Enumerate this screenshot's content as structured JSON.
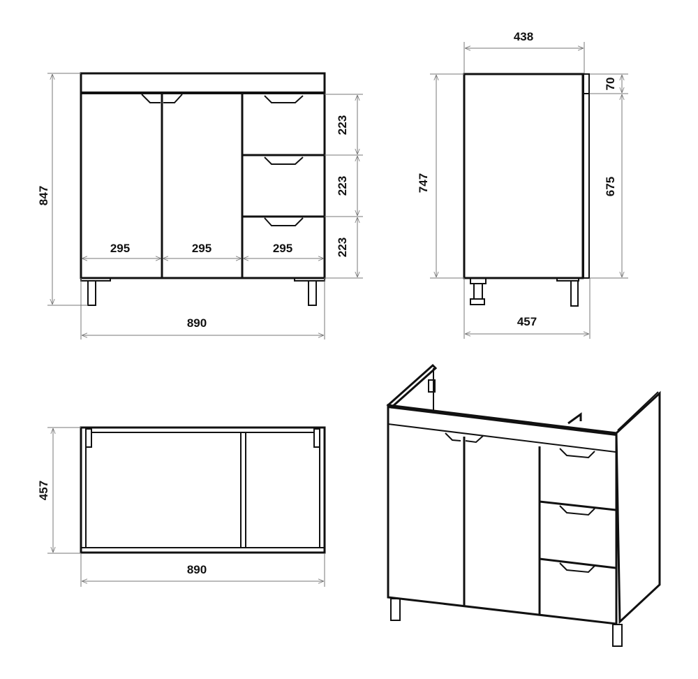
{
  "front_view": {
    "total_height": "847",
    "total_width": "890",
    "section_widths": [
      "295",
      "295",
      "295"
    ],
    "drawer_heights": [
      "223",
      "223",
      "223"
    ]
  },
  "side_view": {
    "depth_top": "438",
    "depth_total": "457",
    "body_height": "747",
    "top_band_height": "70",
    "front_height": "675"
  },
  "top_view": {
    "depth": "457",
    "width": "890"
  },
  "colors": {
    "line": "#111111",
    "dimension": "#777777"
  }
}
